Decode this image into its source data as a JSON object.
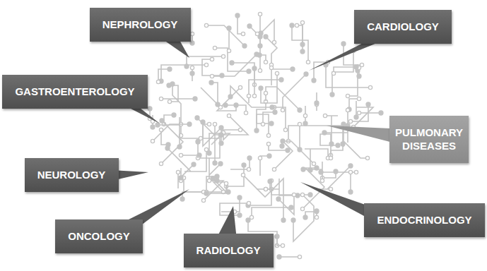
{
  "diagram": {
    "nodes": [
      {
        "text": [
          "NEPHROLOGY"
        ]
      },
      {
        "text": [
          "CARDIOLOGY"
        ]
      },
      {
        "text": [
          "GASTROENTEROLOGY"
        ]
      },
      {
        "text": [
          "PULMONARY DISEASES"
        ]
      },
      {
        "text": [
          "NEUROLOGY"
        ]
      },
      {
        "text": [
          "ENDOCRINOLOGY"
        ]
      },
      {
        "text": [
          "ONCOLOGY"
        ]
      },
      {
        "text": [
          "RADIOLOGY"
        ]
      }
    ]
  }
}
